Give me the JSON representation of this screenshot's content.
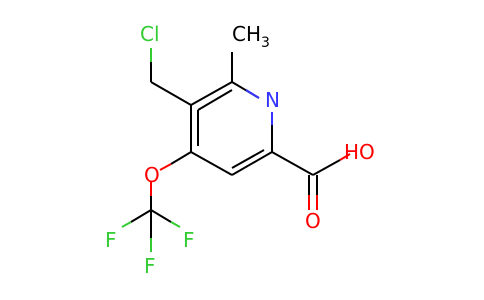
{
  "molecule": {
    "atoms": {
      "chlorine": "Cl",
      "methyl": "CH",
      "methyl_subscript": "3",
      "nitrogen": "N",
      "hydroxyl": "HO",
      "carbonyl_oxygen": "O",
      "ether_oxygen": "O",
      "fluorine_left": "F",
      "fluorine_right": "F",
      "fluorine_bottom": "F"
    },
    "colors": {
      "carbon": "#000000",
      "chlorine": "#33cc33",
      "nitrogen": "#3333ff",
      "oxygen": "#ff0000",
      "fluorine": "#33cc33"
    }
  }
}
